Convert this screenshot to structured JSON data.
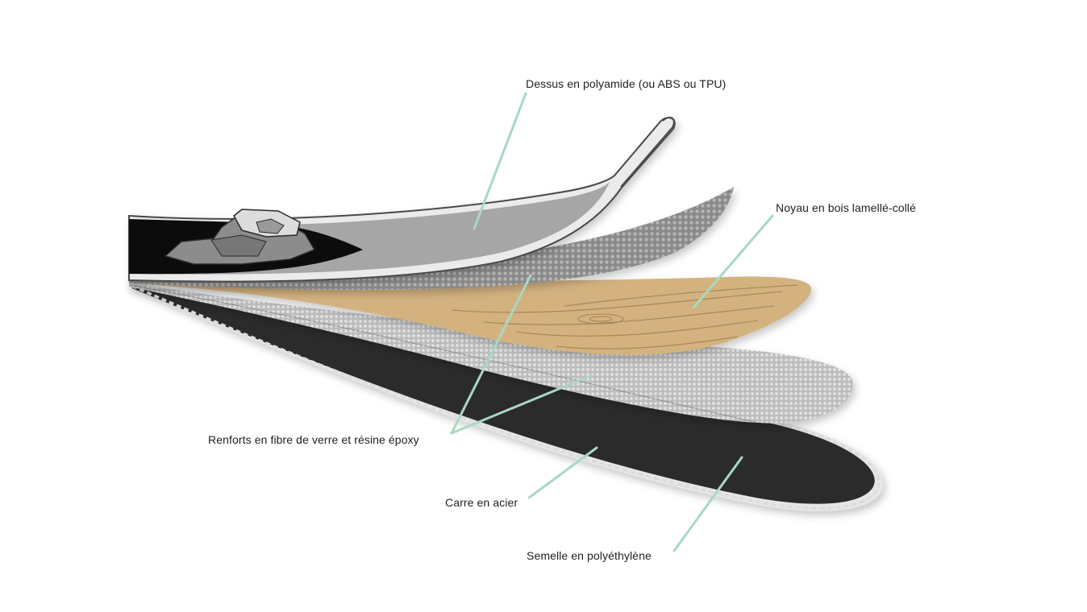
{
  "labels": {
    "topsheet": "Dessus en polyamide (ou ABS ou TPU)",
    "core": "Noyau en bois lamellé-collé",
    "reinforcement": "Renforts en fibre de verre et résine époxy",
    "edge": "Carre en acier",
    "base": "Semelle en polyéthylène"
  },
  "colors": {
    "leader": "#a9d8c2",
    "topsheet": "#a8a8a8",
    "wood": "#d4b483",
    "mesh": "#8e8e8e",
    "base": "#2c2c2c",
    "binding": "#0d0d0d"
  }
}
